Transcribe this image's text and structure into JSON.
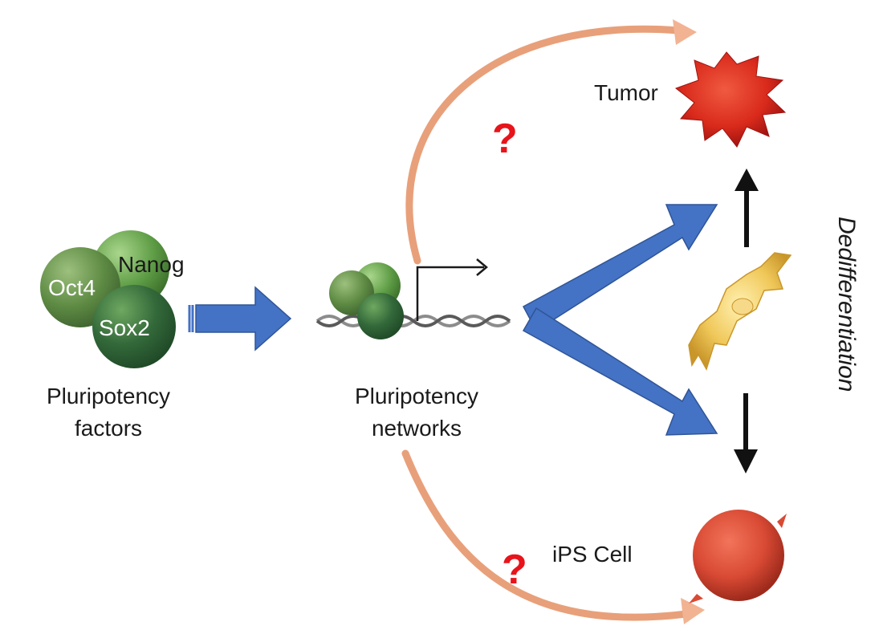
{
  "factors": {
    "nanog": "Nanog",
    "oct4": "Oct4",
    "sox2": "Sox2",
    "caption_line1": "Pluripotency",
    "caption_line2": "factors"
  },
  "networks": {
    "caption_line1": "Pluripotency",
    "caption_line2": "networks"
  },
  "outcomes": {
    "tumor": "Tumor",
    "ips": "iPS Cell"
  },
  "process": {
    "dedifferentiation": "Dedifferentiation"
  },
  "unknowns": {
    "top": "?",
    "bottom": "?"
  },
  "colors": {
    "blue_arrow": "#4472c4",
    "orange_arrow": "#e8a07a",
    "question": "#e8141b",
    "tumor": "#d92a1c",
    "ips": "#d94a34",
    "somatic": "#f0c85a",
    "sphere_green": "#4e8b3a"
  },
  "icons": [
    "tumor-cell-icon",
    "ips-cell-icon",
    "somatic-cell-icon",
    "dna-helix-icon",
    "transcription-start-arrow-icon"
  ]
}
